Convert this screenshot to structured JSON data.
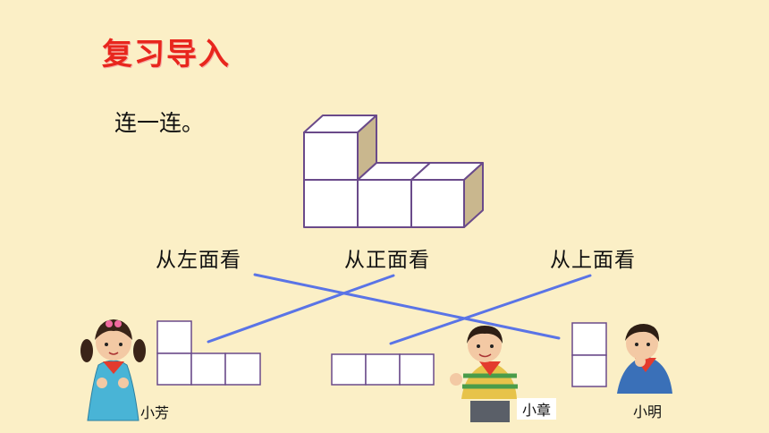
{
  "slide": {
    "title": "复习导入",
    "instruction": "连一连。",
    "views": {
      "left": "从左面看",
      "front": "从正面看",
      "top": "从上面看"
    },
    "children": {
      "xiaofang": "小芳",
      "xiaozhang": "小章",
      "xiaoming": "小明"
    }
  },
  "colors": {
    "background": "#fbefc6",
    "title": "#e8261d",
    "cube_stroke": "#6a4a8a",
    "connector_line": "#5a74e6"
  }
}
